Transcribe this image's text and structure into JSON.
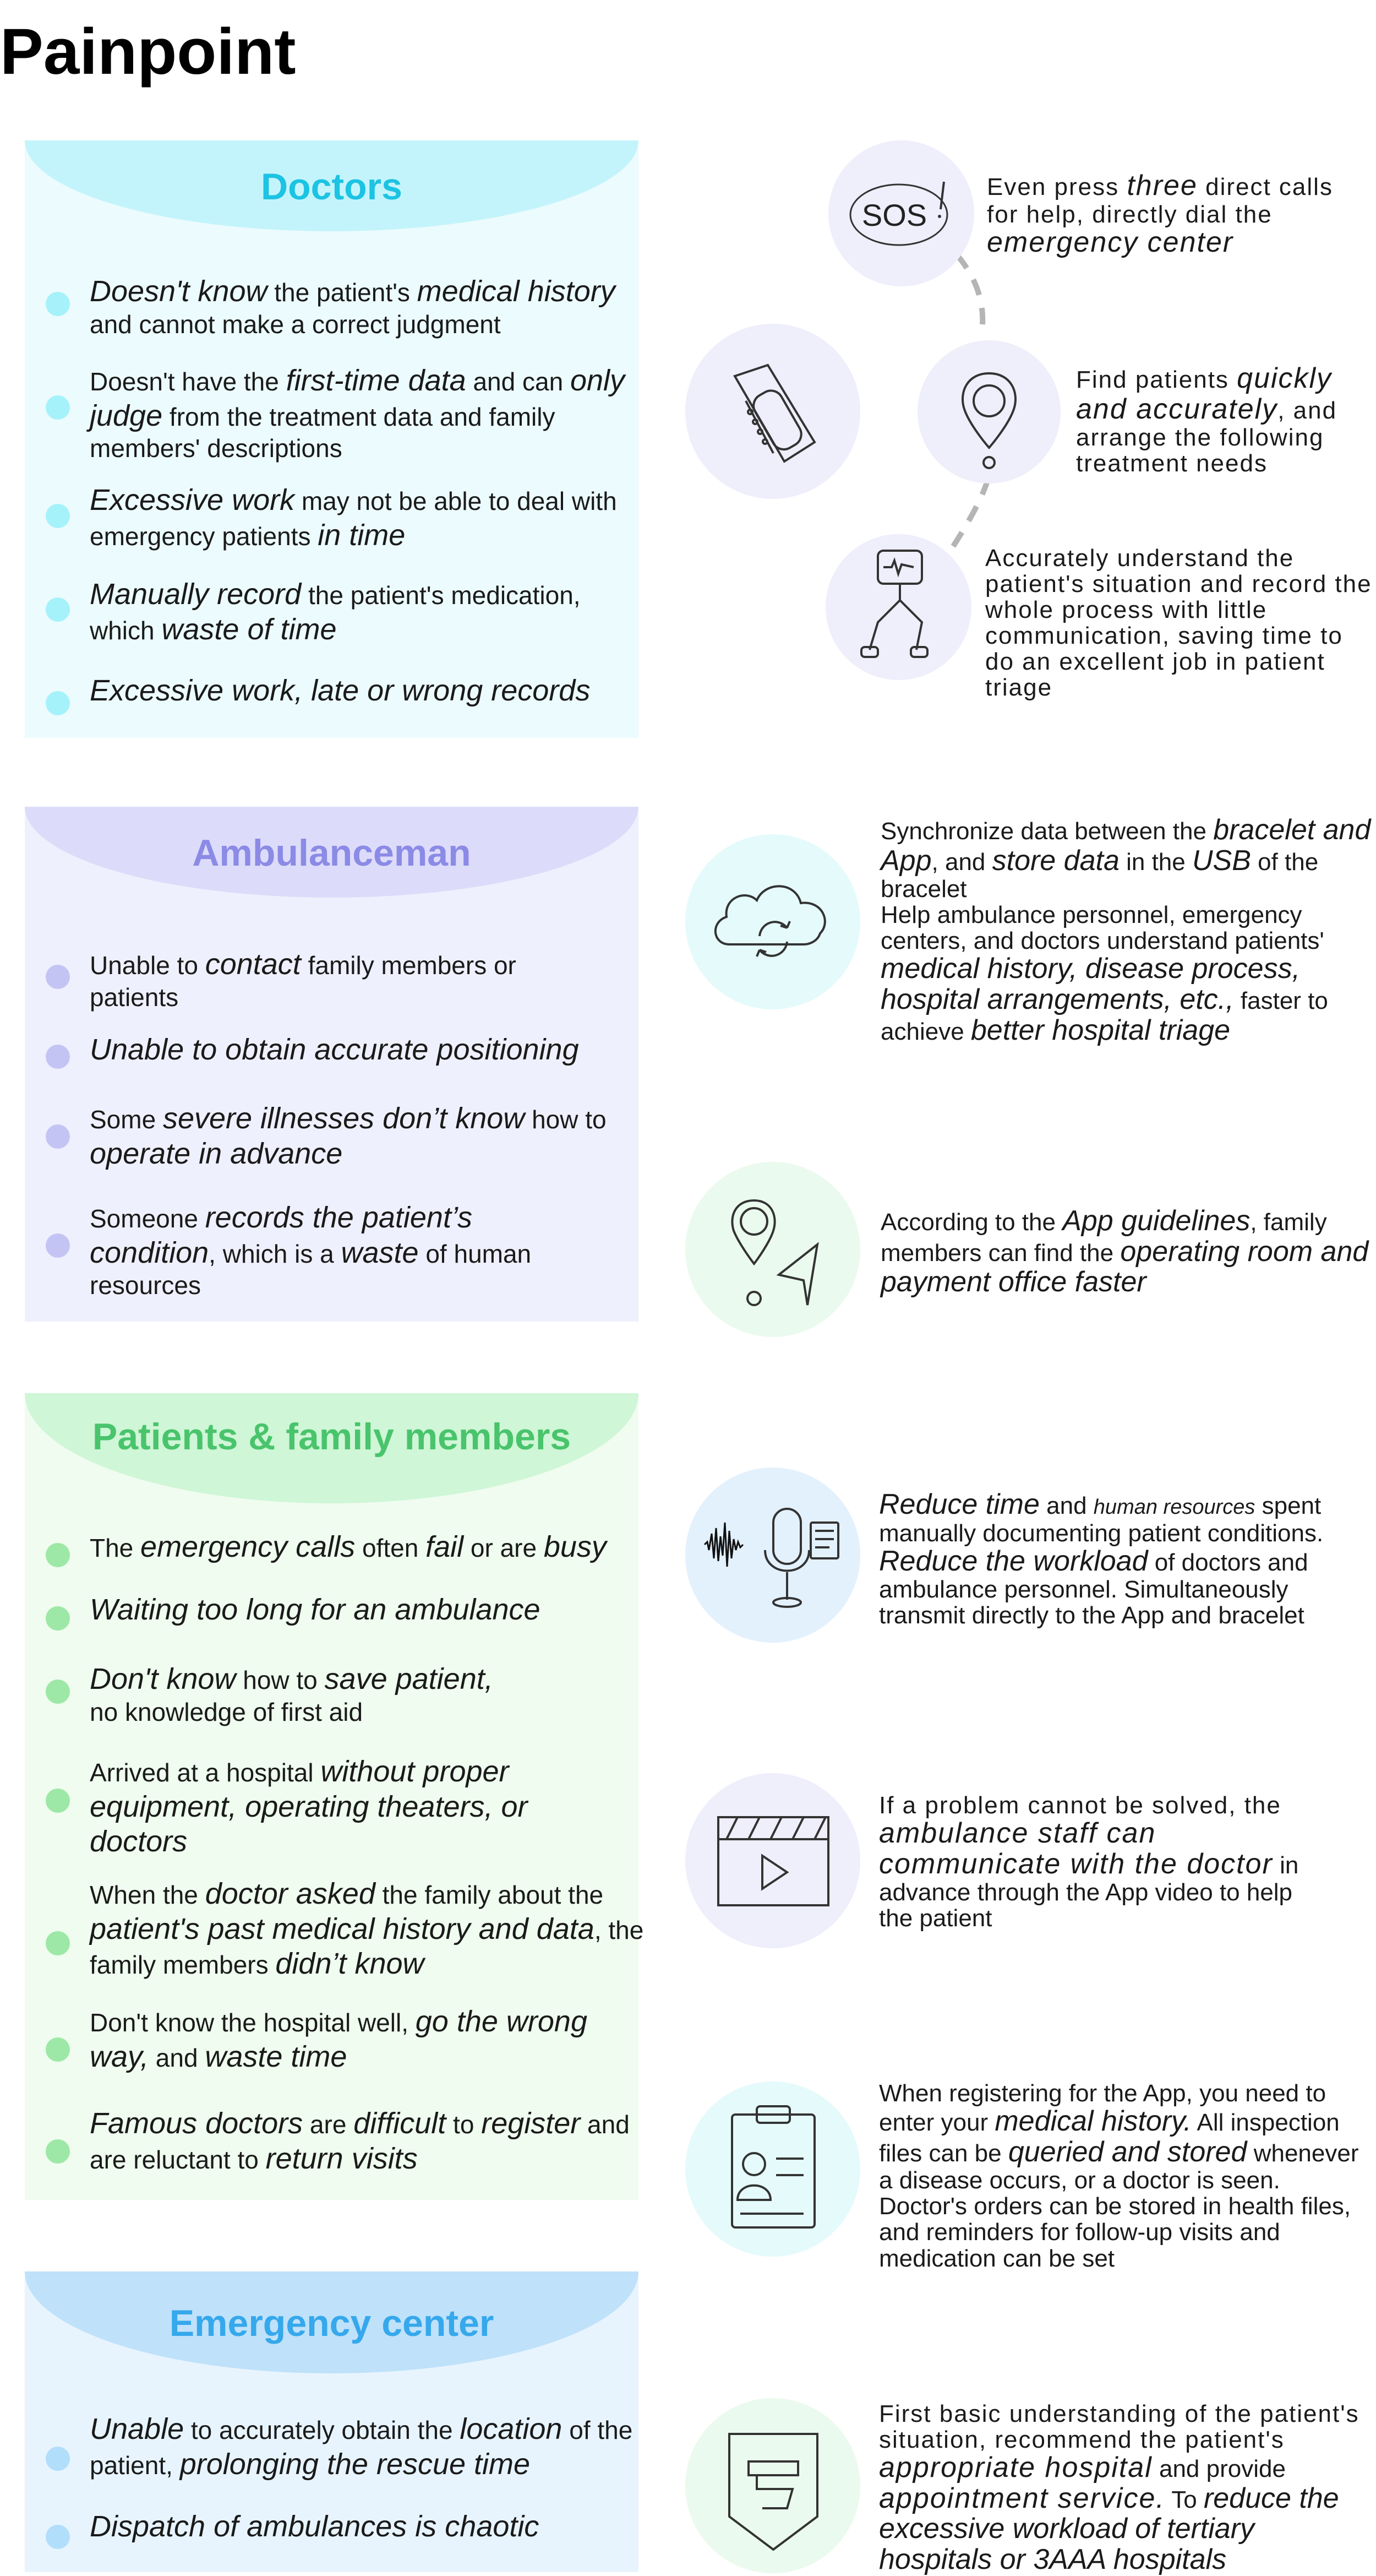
{
  "page": {
    "title": "Painpoint"
  },
  "colors": {
    "doctors_bg": "#ecfbfd",
    "doctors_head": "#c4f4fb",
    "doctors_title": "#1cc3e3",
    "doctors_dot": "#a6f2fb",
    "ambulance_bg": "#eff0fd",
    "ambulance_head": "#dcdcfa",
    "ambulance_title": "#8b8ae6",
    "ambulance_dot": "#c4c4f4",
    "patients_bg": "#effcef",
    "patients_head": "#cff6d6",
    "patients_title": "#49c46c",
    "patients_dot": "#9de8a6",
    "emergency_bg": "#e7f4fe",
    "emergency_head": "#bfe1fa",
    "emergency_title": "#36a8ec",
    "emergency_dot": "#b1defb",
    "circle_purple": "#efeefb",
    "circle_cyan": "#e5fafb",
    "circle_green": "#ebfaee",
    "circle_blue": "#e3f1fd"
  },
  "doctors": {
    "title": "Doctors",
    "items": [
      {
        "t1": "Doesn't know",
        "t2": " the patient's ",
        "t3": "medical history",
        "t4": " and cannot make a correct judgment"
      },
      {
        "t1": "Doesn't have the ",
        "t2": "first-time data",
        "t3": " and can ",
        "t4": "only judge",
        "t5": " from the treatment data and family members' descriptions"
      },
      {
        "t1": "Excessive work",
        "t2": " may not be able to deal with emergency patients ",
        "t3": "in time"
      },
      {
        "t1": "Manually record",
        "t2": " the patient's medication, which ",
        "t3": "waste of time"
      },
      {
        "t1": "Excessive work, late or wrong records"
      }
    ]
  },
  "ambulance": {
    "title": "Ambulanceman",
    "items": [
      {
        "t1": "Unable to ",
        "t2": "contact",
        "t3": " family members or patients"
      },
      {
        "t1": "Unable to obtain accurate positioning"
      },
      {
        "t1": "Some ",
        "t2": "severe illnesses don’t know",
        "t3": " how to ",
        "t4": "operate in advance"
      },
      {
        "t1": "Someone ",
        "t2": "records the patient’s condition",
        "t3": ", which is a ",
        "t4": "waste",
        "t5": " of human resources"
      }
    ]
  },
  "patients": {
    "title": "Patients & family members",
    "items": [
      {
        "t1": "The ",
        "t2": "emergency calls",
        "t3": " often ",
        "t4": "fail",
        "t5": " or are ",
        "t6": "busy"
      },
      {
        "t1": "Waiting too long for an ambulance"
      },
      {
        "t1": "Don't know",
        "t2": " how to ",
        "t3": "save patient,",
        "t4": "no knowledge of first aid"
      },
      {
        "t1": "Arrived at a hospital ",
        "t2": "without proper equipment, operating theaters, or doctors"
      },
      {
        "t1": "When the ",
        "t2": "doctor asked",
        "t3": " the family about the ",
        "t4": "patient's past medical history and data",
        "t5": ", the family members ",
        "t6": "didn’t know"
      },
      {
        "t1": "Don't know the hospital well, ",
        "t2": "go the wrong way,",
        "t3": " and ",
        "t4": "waste time"
      },
      {
        "t1": "Famous doctors",
        "t2": " are ",
        "t3": "difficult",
        "t4": " to ",
        "t5": "register",
        "t6": " and are reluctant to ",
        "t7": "return visits"
      }
    ]
  },
  "emergency": {
    "title": "Emergency center",
    "items": [
      {
        "t1": "Unable",
        "t2": " to accurately obtain the ",
        "t3": "location",
        "t4": " of the patient, ",
        "t5": "prolonging the rescue time"
      },
      {
        "t1": "Dispatch of ambulances is chaotic"
      }
    ]
  },
  "solutions": {
    "sos": {
      "icon": "sos-icon",
      "icon_text": "SOS",
      "t1": "Even press ",
      "t2": "three",
      "t3": " direct calls for help, directly dial the ",
      "t4": "emergency center"
    },
    "bracelet": {
      "icon": "bracelet-icon"
    },
    "locate": {
      "icon": "location-pin-icon",
      "t1": "Find patients ",
      "t2": "quickly and accurately",
      "t3": ", and arrange the following treatment needs"
    },
    "monitor": {
      "icon": "monitor-icon",
      "t1": "Accurately understand the patient's situation and record the whole process with little communication, saving time to do an excellent job in patient triage"
    },
    "cloud": {
      "icon": "cloud-sync-icon",
      "t1": "Synchronize data between the ",
      "t2": "bracelet and App",
      "t3": ", and ",
      "t4": "store data",
      "t5": " in the ",
      "t6": "USB",
      "t7": " of the bracelet",
      "t8": "Help ambulance personnel, emergency centers, and doctors understand patients' ",
      "t9": "medical history, disease process, hospital arrangements, etc.,",
      "t10": " faster to achieve ",
      "t11": "better hospital triage"
    },
    "navigate": {
      "icon": "navigation-icon",
      "t1": "According to the ",
      "t2": "App guidelines",
      "t3": ", family members can find the ",
      "t4": "operating room and payment office faster"
    },
    "voice": {
      "icon": "voice-record-icon",
      "t1": "Reduce time",
      "t2": " and ",
      "t3": "human resources",
      "t4": " spent manually documenting patient conditions. ",
      "t5": "Reduce the workload",
      "t6": " of doctors and ambulance personnel. Simultaneously transmit directly to the App and bracelet"
    },
    "video": {
      "icon": "video-icon",
      "t1": "If a problem cannot be solved, the ",
      "t2": "ambulance staff can communicate with the doctor",
      "t3": " in advance through the App video to help the patient"
    },
    "record": {
      "icon": "clipboard-icon",
      "t1": "When registering for the App, you need to enter your ",
      "t2": "medical history.",
      "t3": " All inspection files can be ",
      "t4": "queried and stored",
      "t5": " whenever a disease occurs, or a doctor is seen. Doctor's orders can be stored in health files, and reminders for follow-up visits and medication can be set"
    },
    "hospital": {
      "icon": "hospital-badge-icon",
      "t1": "First basic understanding of the patient's situation, recommend the patient's ",
      "t2": "appropriate hospital",
      "t3": " and provide ",
      "t4": "appointment service.",
      "t5": " To ",
      "t6": "reduce the excessive workload of tertiary hospitals or 3AAA hospitals"
    }
  }
}
